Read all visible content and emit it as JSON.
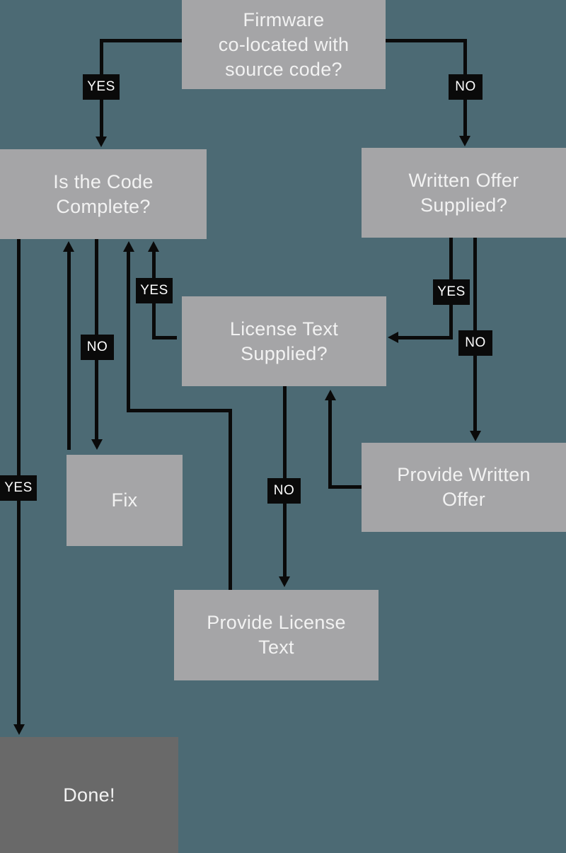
{
  "diagram": {
    "colors": {
      "background": "#4c6a74",
      "node_fill": "#a5a5a7",
      "node_text": "#f2f2f2",
      "done_fill": "#696969",
      "line": "#0a0a0a",
      "label_bg": "#0a0a0a",
      "label_text": "#ffffff"
    },
    "nodes": {
      "firmware": {
        "lines": [
          "Firmware",
          "co-located with",
          "source code?"
        ]
      },
      "code_complete": {
        "lines": [
          "Is the Code",
          "Complete?"
        ]
      },
      "written_offer": {
        "lines": [
          "Written Offer",
          "Supplied?"
        ]
      },
      "license_text": {
        "lines": [
          "License Text",
          "Supplied?"
        ]
      },
      "fix": {
        "lines": [
          "Fix"
        ]
      },
      "provide_written_offer": {
        "lines": [
          "Provide Written",
          "Offer"
        ]
      },
      "provide_license_text": {
        "lines": [
          "Provide License",
          "Text"
        ]
      },
      "done": {
        "lines": [
          "Done!"
        ]
      }
    },
    "edge_labels": {
      "firmware_yes": "YES",
      "firmware_no": "NO",
      "code_complete_yes": "YES",
      "code_complete_no": "NO",
      "license_text_yes": "YES",
      "license_text_no": "NO",
      "written_offer_yes": "YES",
      "written_offer_no": "NO"
    }
  }
}
